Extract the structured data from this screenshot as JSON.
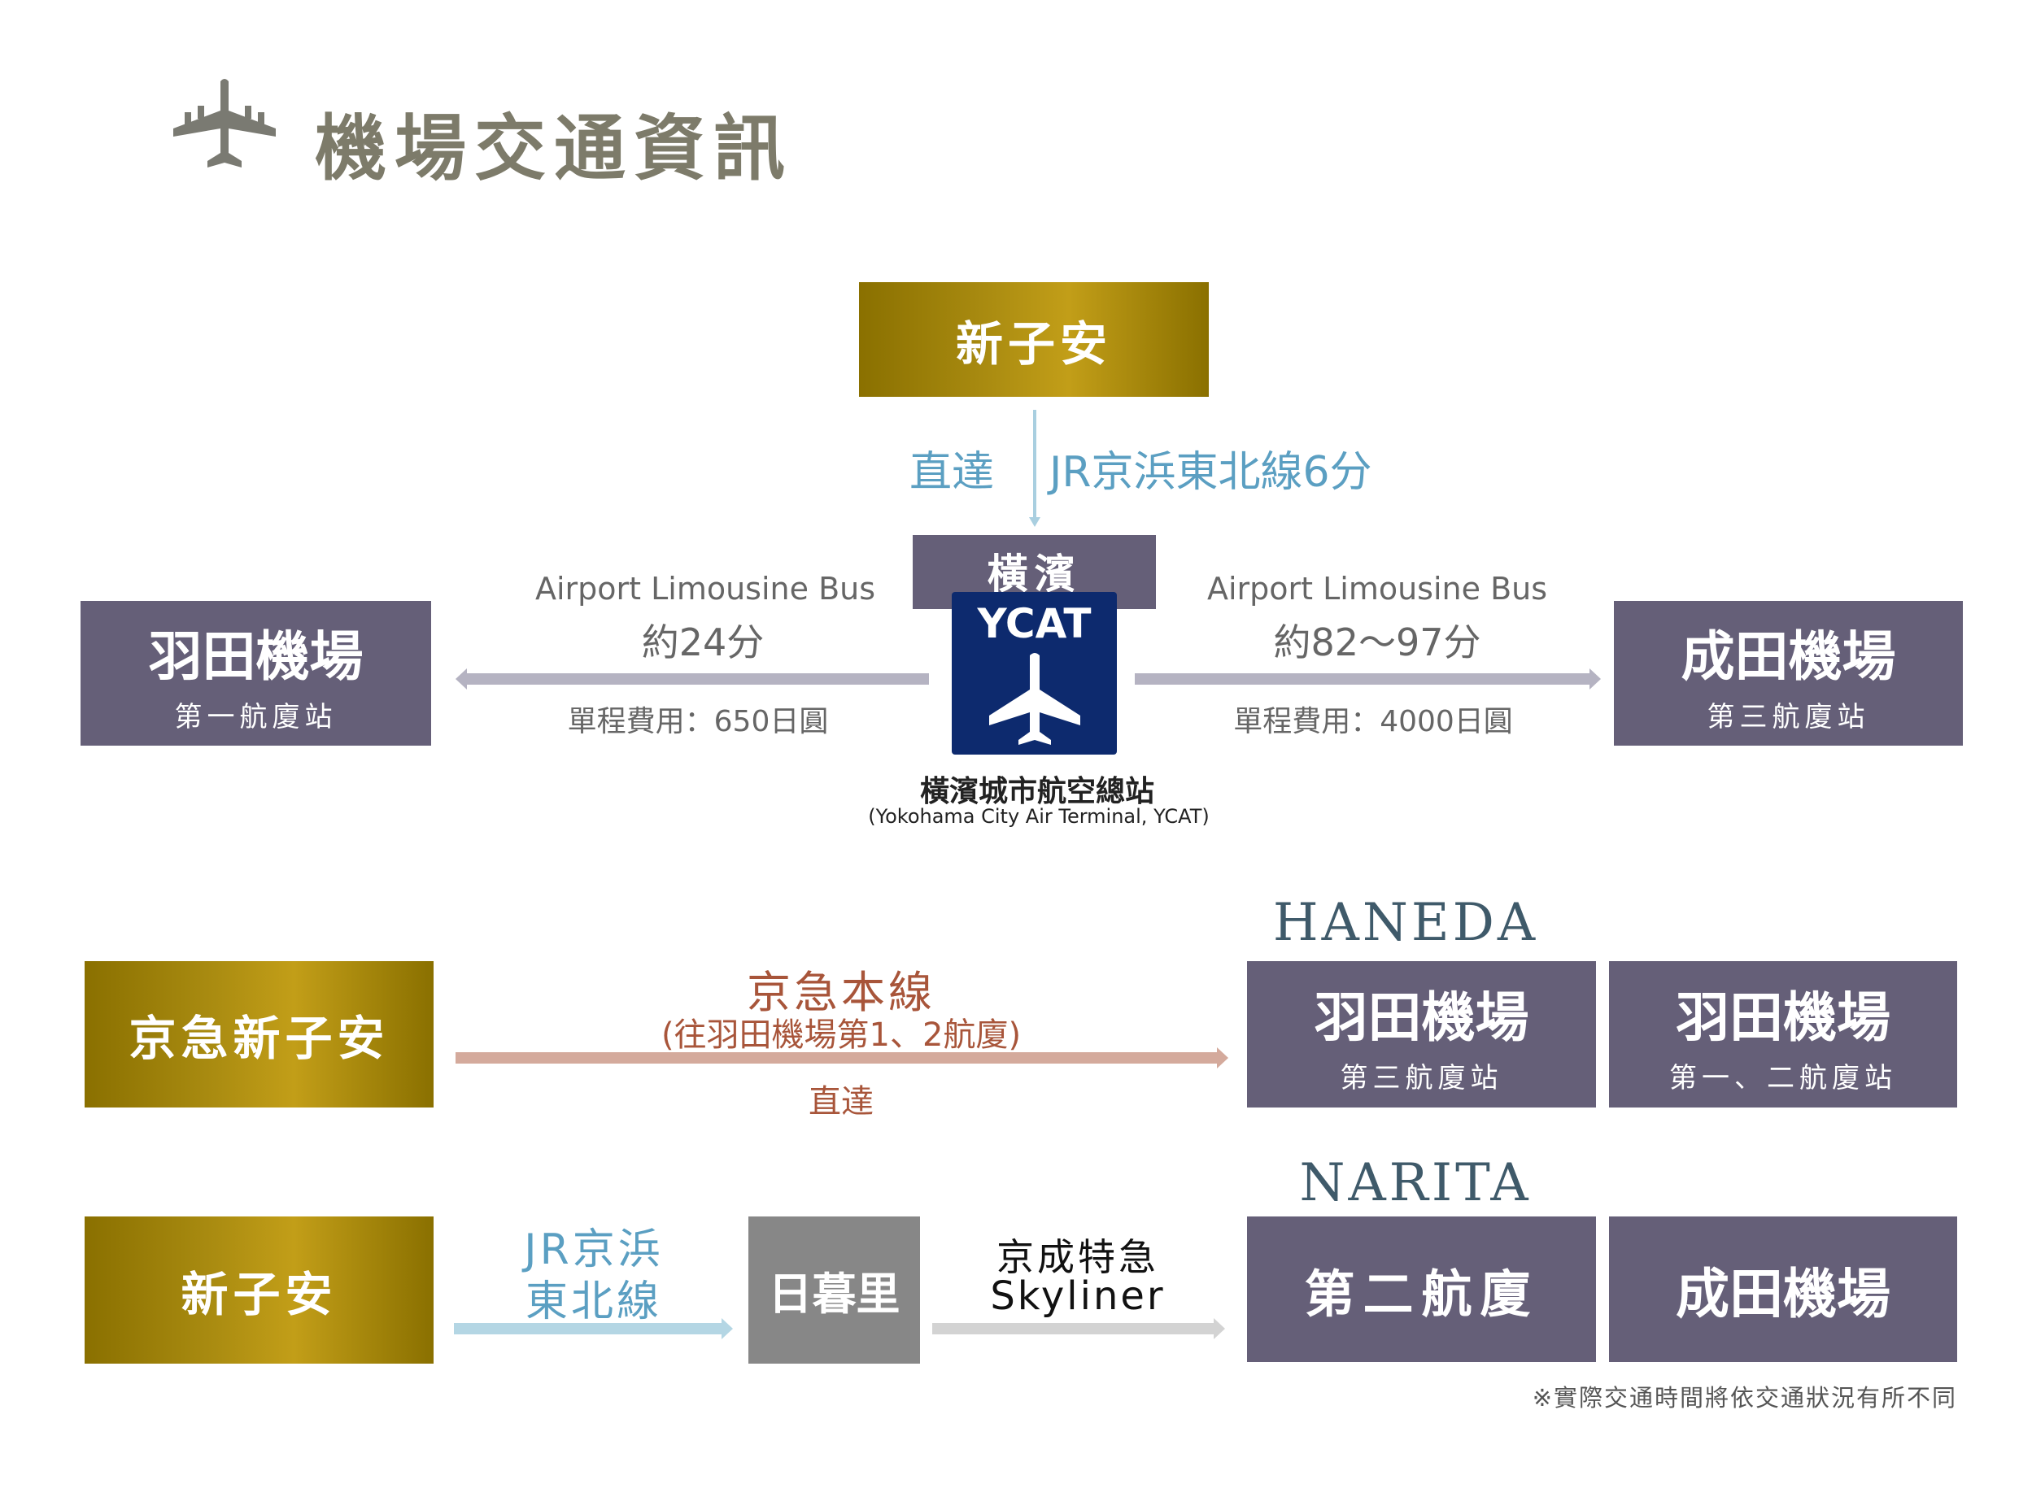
{
  "header": {
    "title": "機場交通資訊",
    "icon": "airplane-icon"
  },
  "ycat_section": {
    "top_station": "新子安",
    "direct": "直達",
    "jr_line": "JR京浜東北線6分",
    "yokohama_label": "橫濱",
    "ycat_logo": "YCAT",
    "terminal_name": "橫濱城市航空總站",
    "terminal_name_en": "(Yokohama City Air Terminal, YCAT)",
    "left": {
      "bus": "Airport Limousine Bus",
      "time": "約24分",
      "fare": "單程費用：650日圓",
      "airport": "羽田機場",
      "station": "第一航廈站"
    },
    "right": {
      "bus": "Airport Limousine Bus",
      "time": "約82〜97分",
      "fare": "單程費用：4000日圓",
      "airport": "成田機場",
      "station": "第三航廈站"
    }
  },
  "haneda_section": {
    "heading": "HANEDA",
    "origin": "京急新子安",
    "line": "京急本線",
    "line_note": "(往羽田機場第1、2航廈)",
    "direct": "直達",
    "dest1": {
      "airport": "羽田機場",
      "station": "第三航廈站"
    },
    "dest2": {
      "airport": "羽田機場",
      "station": "第一、二航廈站"
    }
  },
  "narita_section": {
    "heading": "NARITA",
    "origin": "新子安",
    "line1_a": "JR京浜",
    "line1_b": "東北線",
    "transfer": "日暮里",
    "line2_a": "京成特急",
    "line2_b": "Skyliner",
    "dest1": "第二航廈",
    "dest2": "成田機場"
  },
  "footnote": "※實際交通時間將依交通狀況有所不同",
  "colors": {
    "gold": "#c29e18",
    "purple": "#655f78",
    "ycat_blue": "#0d2a6e",
    "jr_blue": "#5b9fc2",
    "keikyu_red": "#a8553a",
    "heading": "#3f5a6a"
  }
}
